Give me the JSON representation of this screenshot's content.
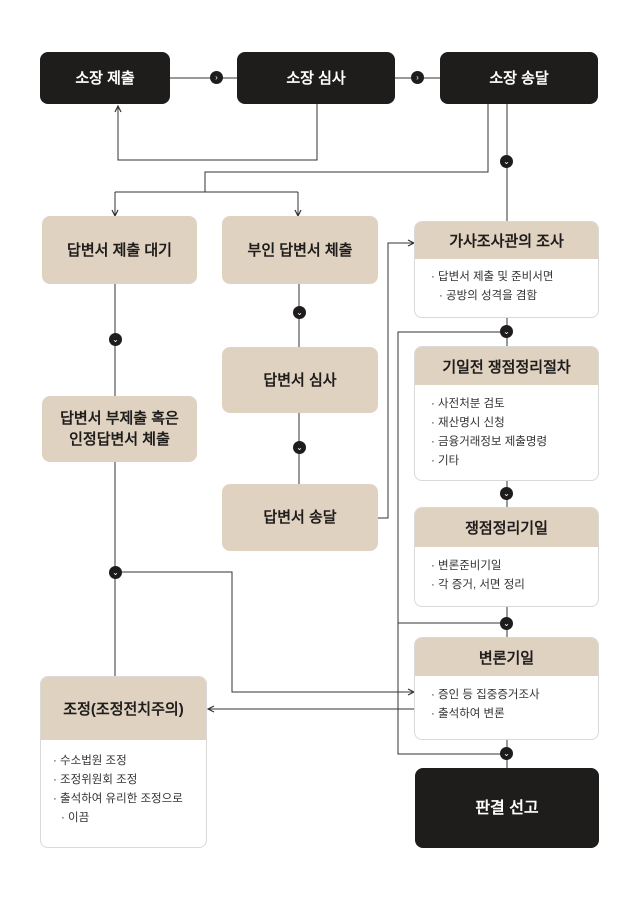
{
  "colors": {
    "dark": "#1f1d1c",
    "tan": "#e0d2c1",
    "line": "#333333"
  },
  "icons": {
    "connector": "chevron-down-icon",
    "arrow": "arrow-icon"
  },
  "nodes": {
    "filing": "소장 제출",
    "review": "소장 심사",
    "delivery": "소장 송달",
    "answer_wait": "답변서 제출 대기",
    "denial_answer": "부인 답변서 체출",
    "answer_review": "답변서 심사",
    "answer_delivery": "답변서 송달",
    "no_answer_line1": "답변서 부제출 혹은",
    "no_answer_line2": "인정답변서 체출",
    "investigation": {
      "title": "가사조사관의 조사",
      "items": [
        "답변서 제출 및 준비서면",
        "공방의 성격을 겸함"
      ]
    },
    "pre_hearing": {
      "title": "기일전 쟁점정리절차",
      "items": [
        "사전처분 검토",
        "재산명시 신청",
        "금융거래정보 제출명령",
        "기타"
      ]
    },
    "issue_hearing": {
      "title": "쟁점정리기일",
      "items": [
        "변론준비기일",
        "각 증거, 서면 정리"
      ]
    },
    "pleading": {
      "title": "변론기일",
      "items": [
        "증인 등 집중증거조사",
        "출석하여 변론"
      ]
    },
    "mediation": {
      "title": "조정(조정전치주의)",
      "items": [
        "수소법원 조정",
        "조정위원회 조정",
        "출석하여 유리한 조정으로",
        "이끔"
      ]
    },
    "judgment": "판결 선고"
  }
}
